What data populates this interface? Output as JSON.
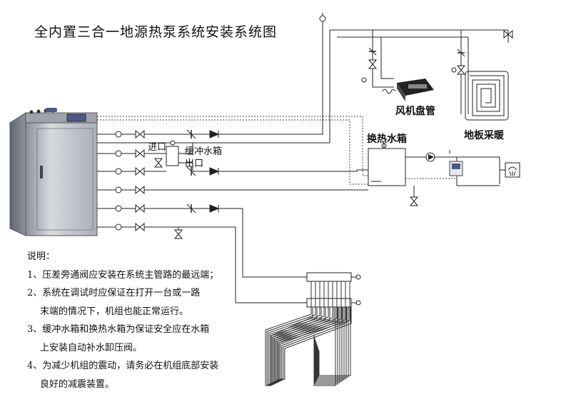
{
  "title": "全内置三合一地源热泵系统安装系统图",
  "labels": {
    "inlet": "进口",
    "buffer_tank": "缓冲水箱",
    "outlet": "出口",
    "fan_coil": "风机盘管",
    "floor_heating": "地板采暖",
    "heat_exchange_tank": "换热水箱"
  },
  "notes": {
    "heading": "说明：",
    "items": [
      {
        "line1": "1、压差旁通阀应安装在系统主管路的最远端；",
        "line2": ""
      },
      {
        "line1": "2、系统在调试时应保证在打开一台或一路",
        "line2": "末端的情况下，机组也能正常运行。"
      },
      {
        "line1": "3、缓冲水箱和换热水箱为保证安全应在水箱",
        "line2": "上安装自动补水卸压阀。"
      },
      {
        "line1": "4、为减少机组的震动，请务必在机组底部安装",
        "line2": "良好的减震装置。"
      }
    ]
  },
  "colors": {
    "line": "#222222",
    "unit_body": "#c9ccd2",
    "unit_dark": "#6d7380",
    "panel": "#4a5a88",
    "ground_loop": "#333333"
  },
  "icons": [
    "heat-pump-unit",
    "valve-icon",
    "check-valve-icon",
    "filter-icon",
    "fan-coil-icon",
    "floor-coil-icon",
    "pump-icon",
    "thermostat-icon",
    "shower-icon",
    "manifold-icon",
    "ground-loop-icon"
  ]
}
